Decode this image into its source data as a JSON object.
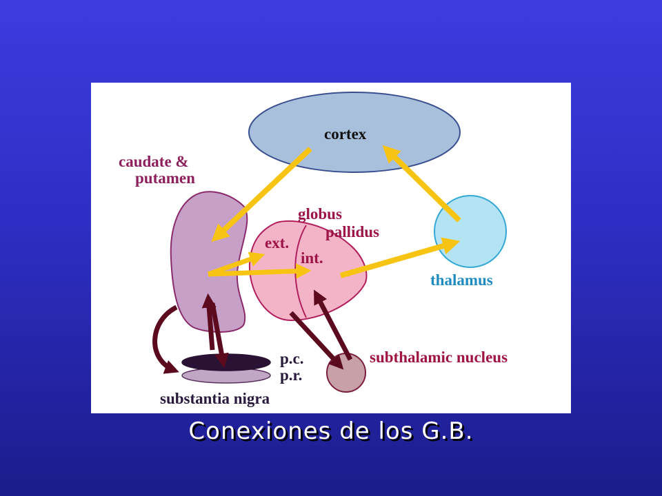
{
  "diagram": {
    "labels": {
      "cortex": "cortex",
      "caudate_line1": "caudate &",
      "caudate_line2": "putamen",
      "globus_line1": "globus",
      "globus_line2": "pallidus",
      "ext": "ext.",
      "int": "int.",
      "thalamus": "thalamus",
      "subthalamic": "subthalamic nucleus",
      "pc": "p.c.",
      "pr": "p.r.",
      "substantia": "substantia nigra"
    },
    "colors": {
      "cortex_fill": "#a8c0dc",
      "cortex_stroke": "#3a4f8f",
      "caudate_fill": "#c7a0c8",
      "caudate_stroke": "#8a2a6a",
      "caudate_text": "#8c1f5c",
      "globus_fill": "#f4b4c8",
      "globus_stroke": "#b01e5c",
      "globus_text": "#9c1448",
      "thalamus_fill": "#b4e4f4",
      "thalamus_stroke": "#34a8d4",
      "thalamus_text": "#1e8cc0",
      "subthalamic_fill": "#c8a0a8",
      "subthalamic_stroke": "#7a1e3c",
      "subthalamic_text": "#a01440",
      "nigra_pc_fill": "#2a1234",
      "nigra_pr_fill": "#c0a8c4",
      "nigra_text": "#2a1a3c",
      "yellow_arrow": "#f8c414",
      "dark_arrow": "#5c0a1e"
    }
  },
  "caption": "Conexiones de los G.B."
}
